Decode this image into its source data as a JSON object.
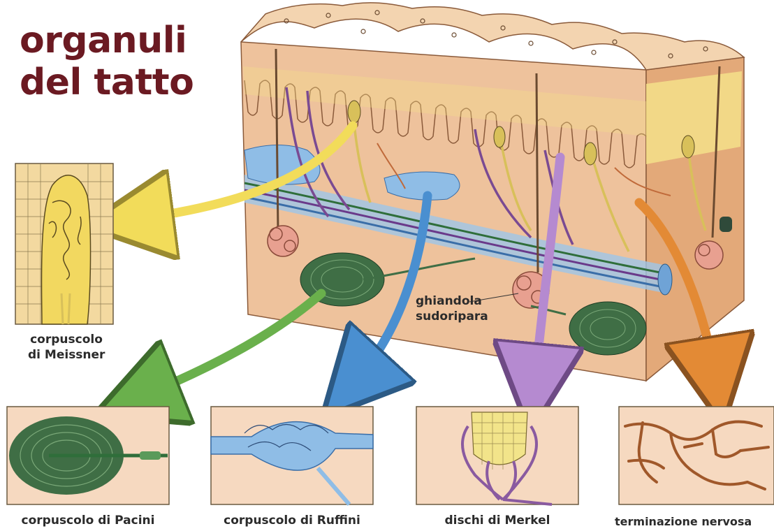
{
  "title": {
    "line1": "organuli",
    "line2": "del tatto"
  },
  "labels": {
    "meissner": {
      "line1": "corpuscolo",
      "line2": "di Meissner"
    },
    "sweat_gland": {
      "line1": "ghiandola",
      "line2": "sudoripara"
    },
    "pacini": "corpuscolo di Pacini",
    "ruffini": "corpuscolo di Ruffini",
    "merkel": "dischi di Merkel",
    "nerve_ending": "terminazione nervosa"
  },
  "colors": {
    "title": "#6b1a22",
    "skin_surface": "#f3d4b0",
    "skin_side": "#e9b98f",
    "epidermis_yellow": "#f4e08a",
    "panel_bg": "#f6d9c0",
    "pacini_green": "#3f6e45",
    "ruffini_blue": "#6fa3d6",
    "merkel_purple": "#8a5aa0",
    "nerve_brown": "#a0582a",
    "arrow_yellow": "#f2dc5a",
    "arrow_green": "#6ab04c",
    "arrow_blue": "#4a8fd0",
    "arrow_purple": "#b58ad0",
    "arrow_orange": "#e38a35"
  }
}
